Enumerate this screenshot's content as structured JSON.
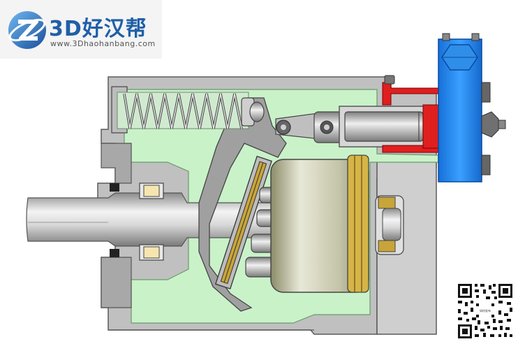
{
  "logo": {
    "title": "3D好汉帮",
    "url": "www.3Dhaohanbang.com"
  },
  "qr": {
    "label": "如何发布"
  },
  "colors": {
    "housing_fill": "#c0c0c0",
    "chamber_fill": "#c9f2c9",
    "control_block": "#1e90ff",
    "control_oil": "#e01f1f",
    "bearing_brass": "#c8a53a",
    "logo_blue": "#1f5fa8"
  },
  "icons": [
    "logo-z-mark-icon",
    "qr-code-icon"
  ]
}
